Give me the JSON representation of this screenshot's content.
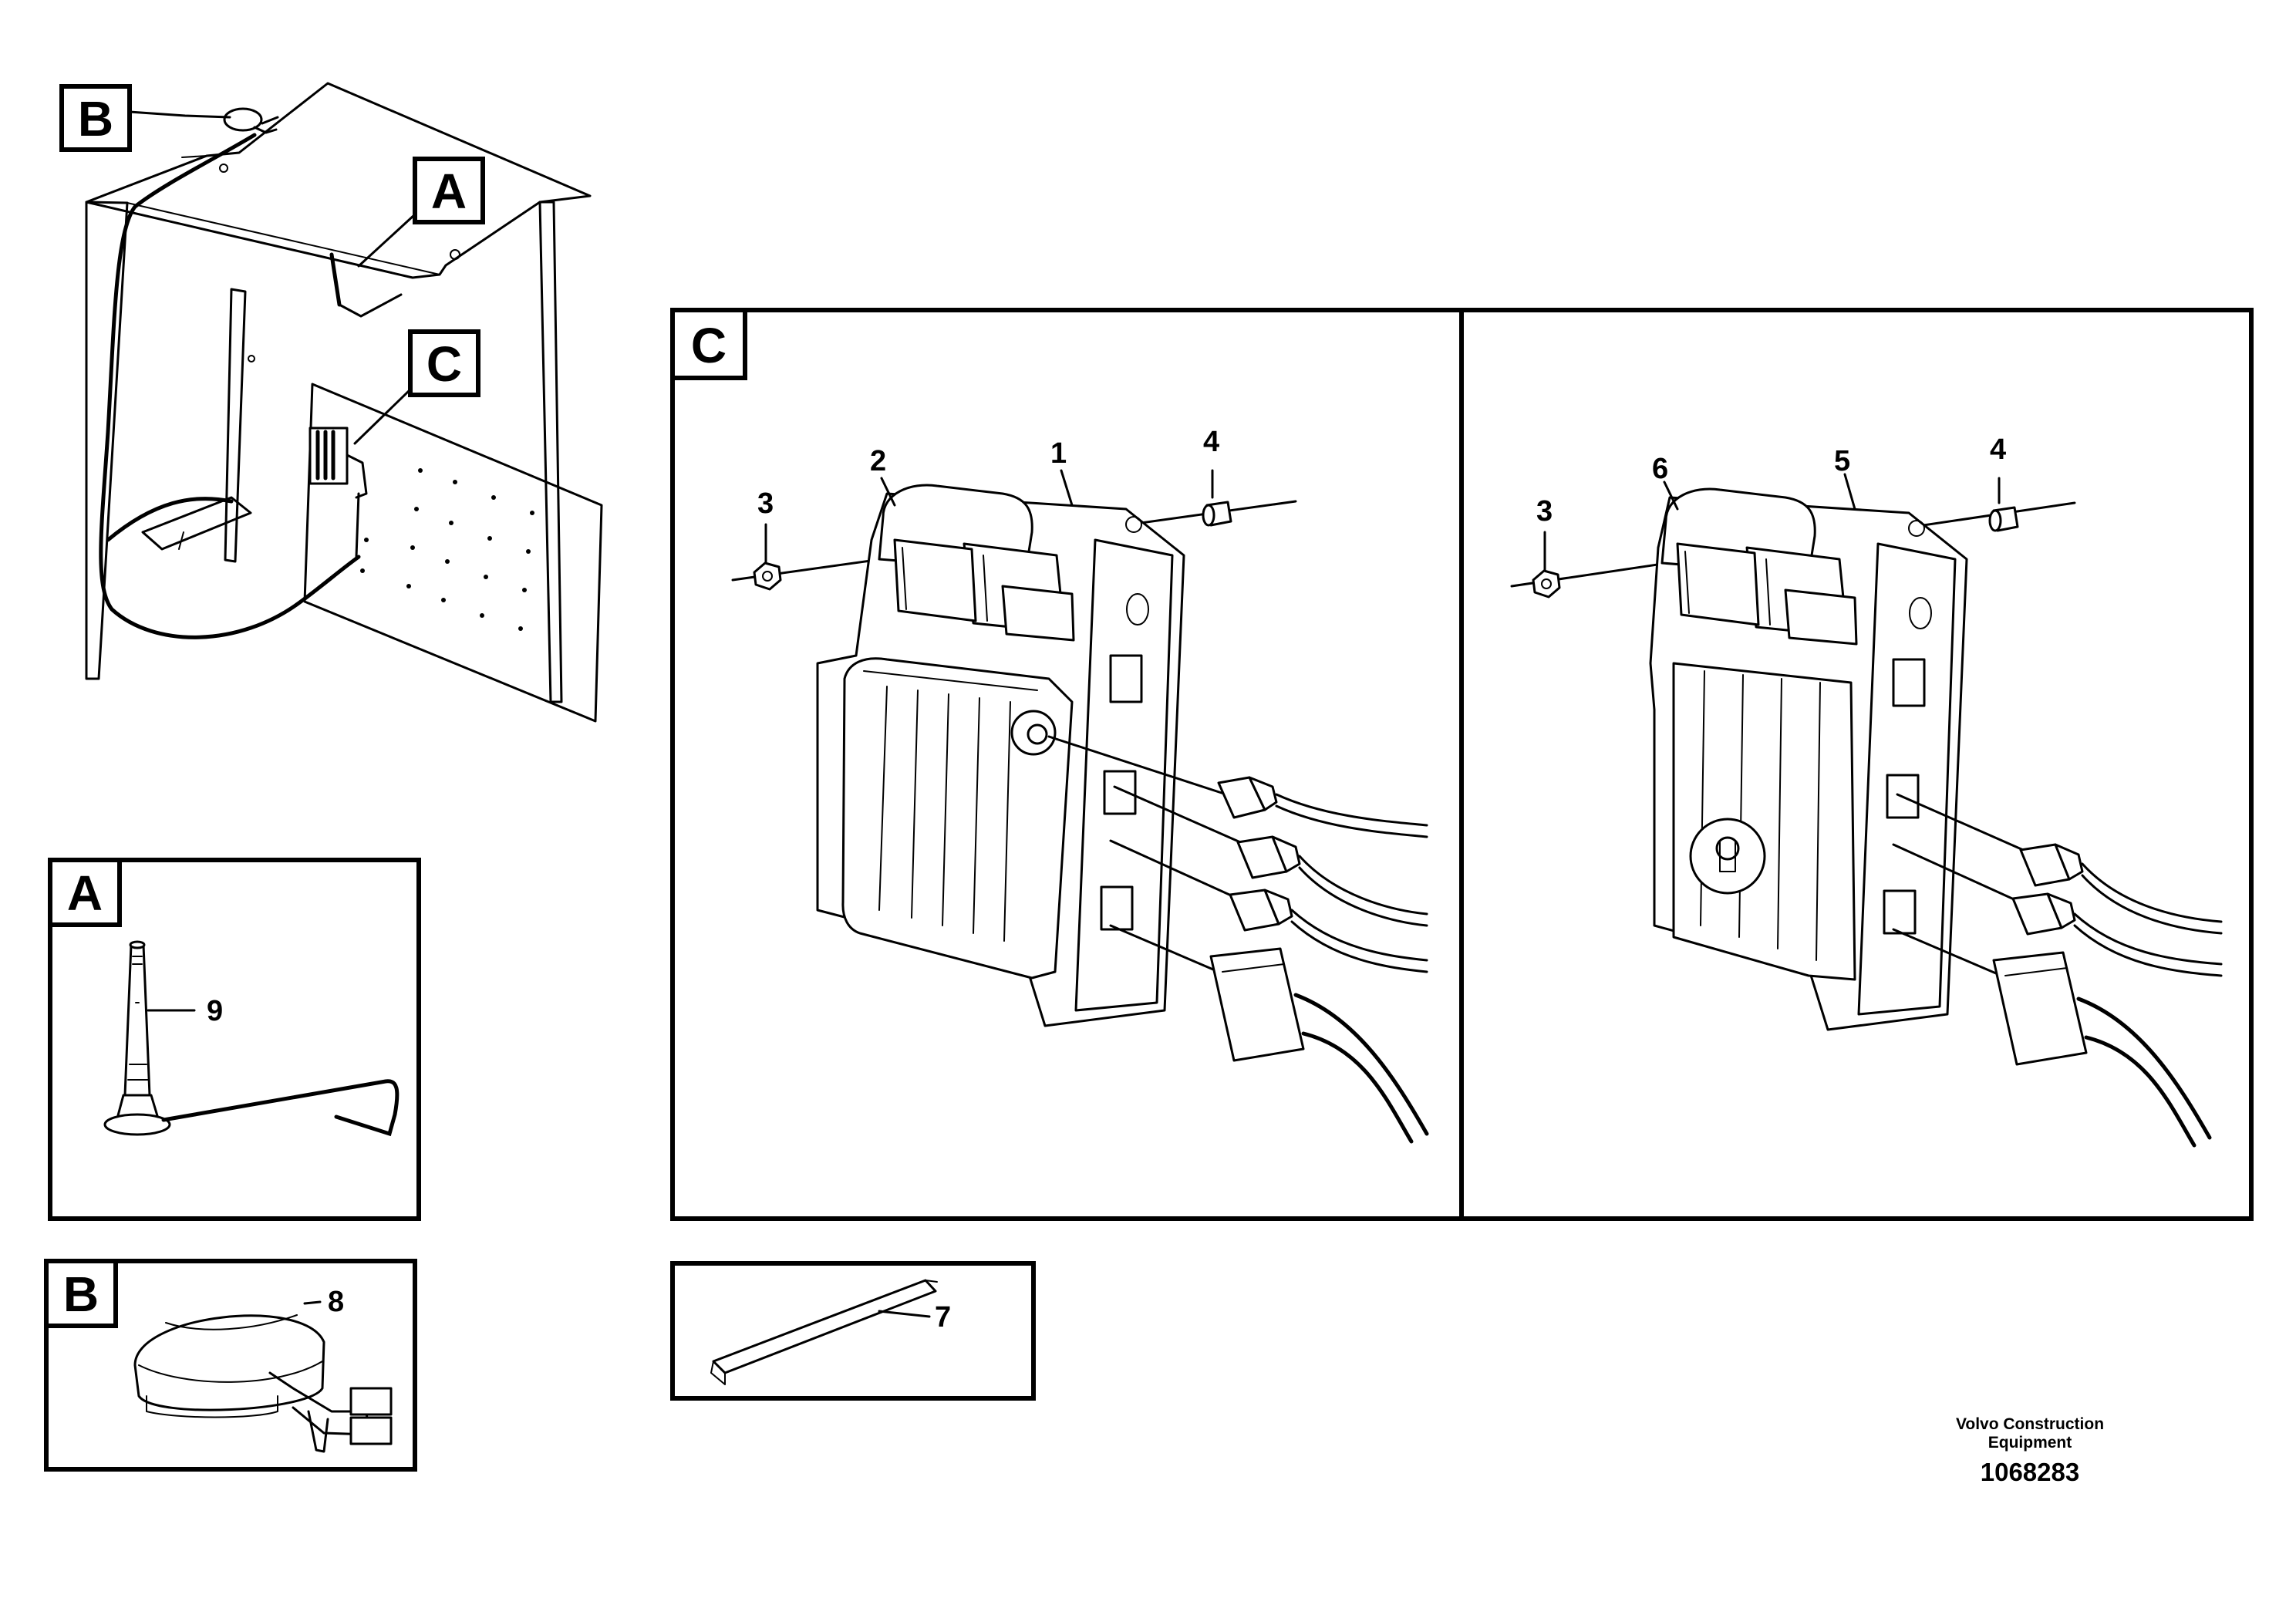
{
  "callouts": {
    "overview_a": "A",
    "overview_b": "B",
    "overview_c": "C",
    "detail_a": "A",
    "detail_b": "B",
    "detail_c": "C"
  },
  "items": {
    "p1": "1",
    "p2": "2",
    "p3_left": "3",
    "p4_left": "4",
    "p3_right": "3",
    "p4_right": "4",
    "p5": "5",
    "p6": "6",
    "p7": "7",
    "p8": "8",
    "p9": "9"
  },
  "footer": {
    "maker_line1": "Volvo Construction",
    "maker_line2": "Equipment",
    "drawing_number": "1068283"
  }
}
